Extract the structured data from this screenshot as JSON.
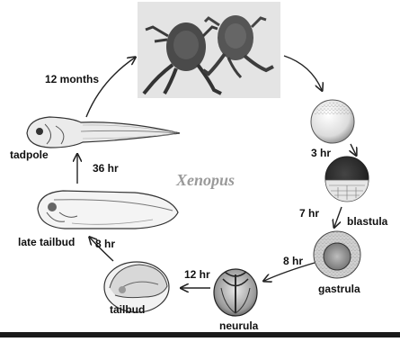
{
  "diagram": {
    "title": "Xenopus",
    "stages": {
      "tadpole": "tadpole",
      "late_tailbud": "late tailbud",
      "tailbud": "tailbud",
      "neurula": "neurula",
      "gastrula": "gastrula",
      "blastula": "blastula"
    },
    "times": {
      "months_12": "12 months",
      "hr_3": "3 hr",
      "hr_7": "7 hr",
      "hr_8_right": "8 hr",
      "hr_12": "12 hr",
      "hr_8_left": "8 hr",
      "hr_36": "36 hr"
    }
  }
}
